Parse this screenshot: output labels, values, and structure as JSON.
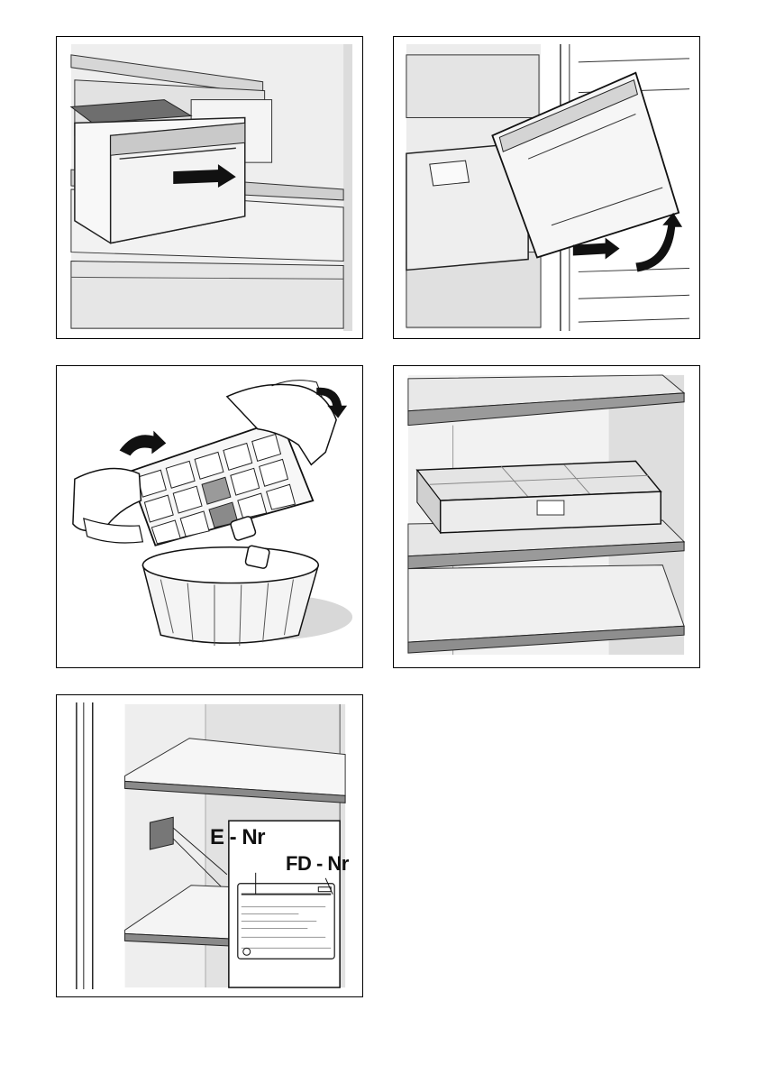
{
  "figures": [
    {
      "id": "drawer-pull-out"
    },
    {
      "id": "drawer-tilt-remove"
    },
    {
      "id": "ice-cube-tray-twist"
    },
    {
      "id": "ice-tray-on-shelf"
    },
    {
      "id": "rating-plate",
      "labels": {
        "e_nr": "E - Nr",
        "fd_nr": "FD - Nr"
      }
    }
  ]
}
